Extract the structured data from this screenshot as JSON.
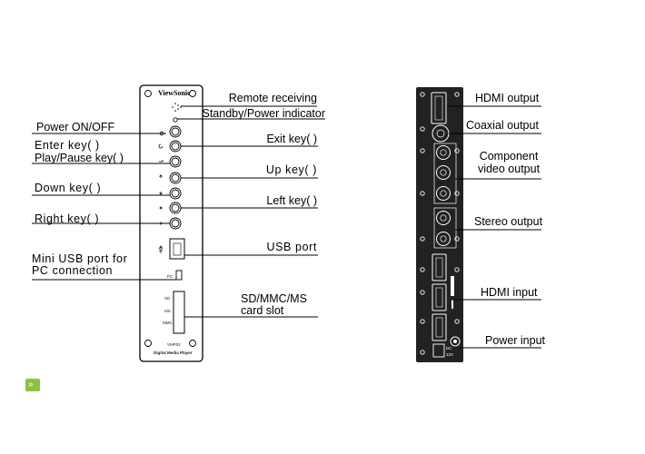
{
  "front_panel": {
    "brand": "ViewSonic",
    "model": "VMP02",
    "footer": "Digital Media Player",
    "slot_marks": [
      "PC",
      "SD",
      "MS",
      "MMC"
    ]
  },
  "front_labels": {
    "remote_receiving": "Remote receiving",
    "standby_indicator": "Standby/Power indicator",
    "power": "Power ON/OFF",
    "enter": "Enter key(  )",
    "play_pause": "Play/Pause key(  )",
    "exit": "Exit key(  )",
    "up": "Up key(  )",
    "down": "Down key(  )",
    "left": "Left key(  )",
    "right": "Right key(  )",
    "usb_port": "USB port",
    "mini_usb": "Mini  USB port for",
    "mini_usb_2": "PC connection",
    "card_slot": "SD/MMC/MS",
    "card_slot_2": "card slot"
  },
  "rear_labels": {
    "hdmi_output": "HDMI  output",
    "coaxial_output": "Coaxial  output",
    "component": "Component",
    "component_2": "video output",
    "stereo": "Stereo output",
    "hdmi_input": "HDMI  input",
    "power_input": "Power input"
  },
  "rear_panel": {
    "dc_mark": "DC",
    "volt_mark": "12V"
  },
  "icons": {
    "badge": "arrow-badge-icon"
  },
  "colors": {
    "line": "#000000",
    "rear_panel": "#222222",
    "badge": "#8ac43f"
  }
}
